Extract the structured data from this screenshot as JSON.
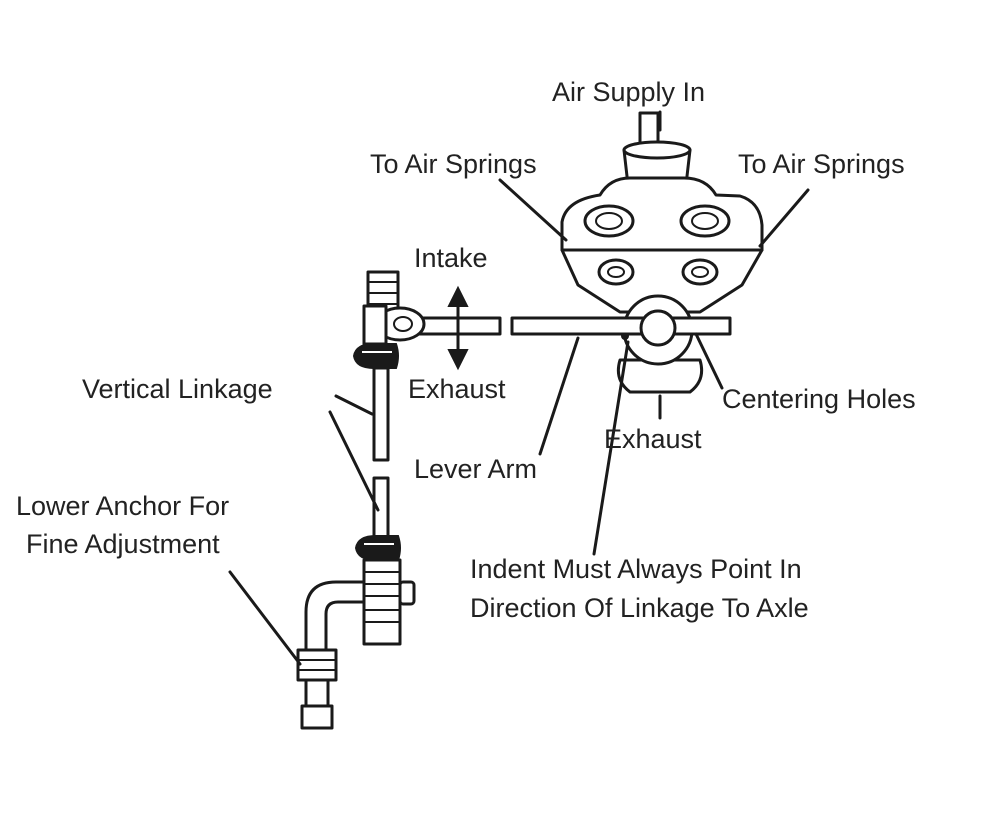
{
  "labels": {
    "air_supply_in": "Air Supply In",
    "to_air_springs_left": "To Air Springs",
    "to_air_springs_right": "To Air Springs",
    "intake": "Intake",
    "exhaust_left": "Exhaust",
    "vertical_linkage": "Vertical Linkage",
    "centering_holes": "Centering Holes",
    "exhaust_bottom": "Exhaust",
    "lever_arm": "Lever Arm",
    "lower_anchor_line1": "Lower Anchor For",
    "lower_anchor_line2": "Fine Adjustment",
    "indent_line1": "Indent Must Always Point In",
    "indent_line2": "Direction Of Linkage To Axle"
  },
  "colors": {
    "line": "#1a1a1a",
    "text": "#222222",
    "background": "#ffffff"
  }
}
